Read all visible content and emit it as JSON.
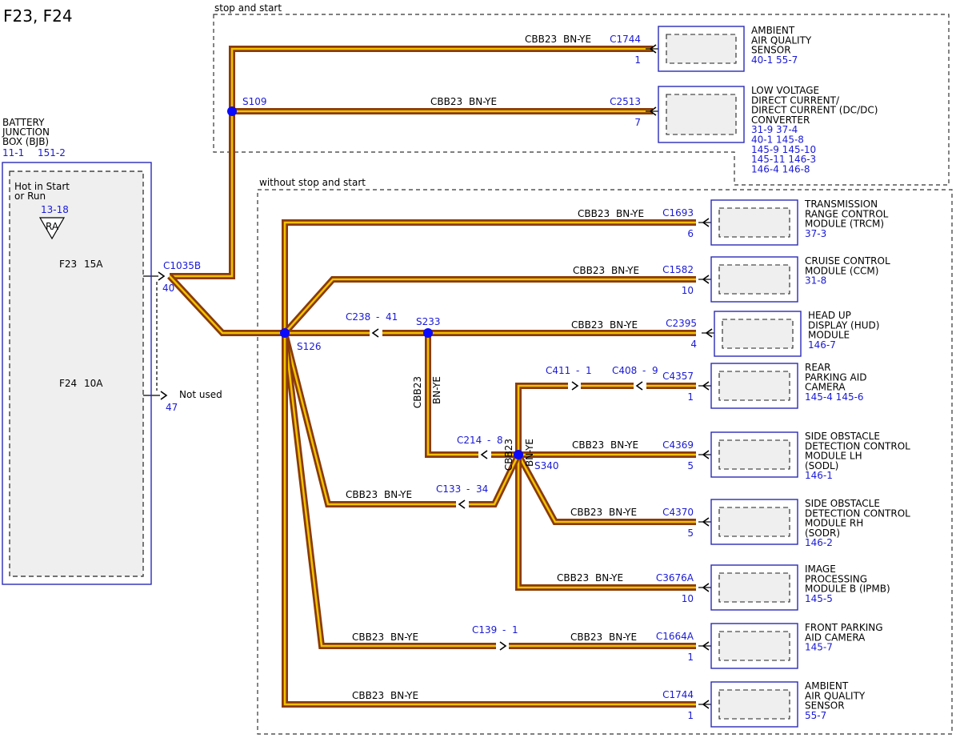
{
  "page": {
    "title": "F23, F24"
  },
  "sections": {
    "stop_start": "stop and start",
    "without_stop_start": "without stop and start"
  },
  "wire_label": {
    "circuit": "CBB23",
    "color": "BN-YE"
  },
  "bjb": {
    "name_lines": [
      "BATTERY",
      "JUNCTION",
      "BOX (BJB)"
    ],
    "refs": [
      "11-1",
      "151-2"
    ],
    "hot_lines": [
      "Hot in Start",
      "or Run"
    ],
    "ra_ref": "13-18",
    "ra_label": "RA",
    "fuse_f23": {
      "name": "F23",
      "rating": "15A"
    },
    "fuse_f24": {
      "name": "F24",
      "rating": "10A"
    },
    "connector": "C1035B",
    "pin40": "40",
    "pin47": "47",
    "not_used": "Not used"
  },
  "splices": {
    "s109": "S109",
    "s126": "S126",
    "s233": "S233",
    "s340": "S340"
  },
  "inline_connectors": {
    "c238": "C238",
    "c238_pin": "41",
    "c214": "C214",
    "c214_pin": "8",
    "c133": "C133",
    "c133_pin": "34",
    "c411": "C411",
    "c411_pin": "1",
    "c408": "C408",
    "c408_pin": "9",
    "c139": "C139",
    "c139_pin": "1",
    "dash": "-"
  },
  "components": [
    {
      "id": "aaqs1",
      "connector": "C1744",
      "pin": "1",
      "name_lines": [
        "AMBIENT",
        "AIR QUALITY",
        "SENSOR"
      ],
      "refs": [
        "40-1   55-7"
      ]
    },
    {
      "id": "dcdc",
      "connector": "C2513",
      "pin": "7",
      "name_lines": [
        "LOW VOLTAGE",
        "DIRECT CURRENT/",
        "DIRECT CURRENT (DC/DC)",
        "CONVERTER"
      ],
      "refs": [
        "31-9     37-4",
        "40-1     145-8",
        "145-9    145-10",
        "145-11  146-3",
        "146-4   146-8"
      ]
    },
    {
      "id": "trcm",
      "connector": "C1693",
      "pin": "6",
      "name_lines": [
        "TRANSMISSION",
        "RANGE CONTROL",
        "MODULE (TRCM)"
      ],
      "refs": [
        "37-3"
      ]
    },
    {
      "id": "ccm",
      "connector": "C1582",
      "pin": "10",
      "name_lines": [
        "CRUISE CONTROL",
        "MODULE (CCM)"
      ],
      "refs": [
        "31-8"
      ]
    },
    {
      "id": "hud",
      "connector": "C2395",
      "pin": "4",
      "name_lines": [
        "HEAD UP",
        "DISPLAY (HUD)",
        "MODULE"
      ],
      "refs": [
        "146-7"
      ]
    },
    {
      "id": "rpac",
      "connector": "C4357",
      "pin": "1",
      "name_lines": [
        "REAR",
        "PARKING AID",
        "CAMERA"
      ],
      "refs": [
        "145-4   145-6"
      ]
    },
    {
      "id": "sodl",
      "connector": "C4369",
      "pin": "5",
      "name_lines": [
        "SIDE OBSTACLE",
        "DETECTION CONTROL",
        "MODULE LH",
        "(SODL)"
      ],
      "refs": [
        "146-1"
      ]
    },
    {
      "id": "sodr",
      "connector": "C4370",
      "pin": "5",
      "name_lines": [
        "SIDE OBSTACLE",
        "DETECTION CONTROL",
        "MODULE RH",
        "(SODR)"
      ],
      "refs": [
        "146-2"
      ]
    },
    {
      "id": "ipmb",
      "connector": "C3676A",
      "pin": "10",
      "name_lines": [
        "IMAGE",
        "PROCESSING",
        "MODULE B (IPMB)"
      ],
      "refs": [
        "145-5"
      ]
    },
    {
      "id": "fpac",
      "connector": "C1664A",
      "pin": "1",
      "name_lines": [
        "FRONT PARKING",
        "AID CAMERA"
      ],
      "refs": [
        "145-7"
      ]
    },
    {
      "id": "aaqs2",
      "connector": "C1744",
      "pin": "1",
      "name_lines": [
        "AMBIENT",
        "AIR QUALITY",
        "SENSOR"
      ],
      "refs": [
        "55-7"
      ]
    }
  ],
  "colors": {
    "wire_outer": "#8a3a0a",
    "wire_inner": "#f2c200",
    "ref_blue": "#1a1ad6",
    "splice": "#0a0aff",
    "box_border": "#2a2ab8",
    "box_fill": "#efefef"
  }
}
